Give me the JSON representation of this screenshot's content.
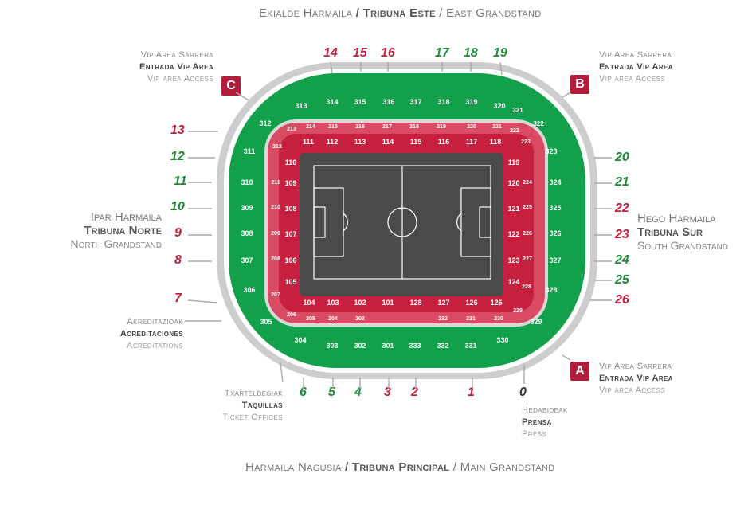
{
  "grandstands": {
    "east": {
      "eu": "Ekialde Harmaila",
      "sep": " / ",
      "es": "Tribuna Este",
      "sep2": " / ",
      "en": "East Grandstand"
    },
    "main": {
      "eu": "Harmaila Nagusia",
      "sep": " / ",
      "es": "Tribuna Principal",
      "sep2": " / ",
      "en": "Main Grandstand"
    },
    "north": {
      "eu": "Ipar Harmaila",
      "es": "Tribuna Norte",
      "en": "North Grandstand"
    },
    "south": {
      "eu": "Hego Harmaila",
      "es": "Tribuna Sur",
      "en": "South Grandstand"
    }
  },
  "vip_access": {
    "C": {
      "badge": "C",
      "eu": "Vip Area Sarrera",
      "es": "Entrada Vip Area",
      "en": "Vip area Access"
    },
    "B": {
      "badge": "B",
      "eu": "Vip Area Sarrera",
      "es": "Entrada Vip Area",
      "en": "Vip area Access"
    },
    "A": {
      "badge": "A",
      "eu": "Vip Area Sarrera",
      "es": "Entrada Vip Area",
      "en": "Vip area Access"
    }
  },
  "accreditations": {
    "eu": "Akreditazioak",
    "es": "Acreditaciones",
    "en": "Acreditations"
  },
  "ticket_offices": {
    "eu": "Txarteldegiak",
    "es": "Taquillas",
    "en": "Ticket Offices"
  },
  "press": {
    "eu": "Hedabideak",
    "es": "Prensa",
    "en": "Press"
  },
  "colors": {
    "green": "#13a04a",
    "green_dark": "#0f8a3e",
    "red": "#c7203f",
    "red_light": "#d94b63",
    "grey_ring": "#c9c9c9",
    "pitch": "#4a4a4a",
    "gate_red": "#c0213d",
    "gate_green": "#1f8a3b"
  },
  "gates": {
    "top": [
      "14",
      "15",
      "16",
      "17",
      "18",
      "19"
    ],
    "right": [
      "20",
      "21",
      "22",
      "23",
      "24",
      "25",
      "26"
    ],
    "left": [
      "13",
      "12",
      "11",
      "10",
      "9",
      "8",
      "7"
    ],
    "bottom": [
      "6",
      "5",
      "4",
      "3",
      "2",
      "1",
      "0"
    ]
  },
  "sections": {
    "upper_top": [
      "313",
      "314",
      "315",
      "316",
      "317",
      "318",
      "319",
      "320"
    ],
    "upper_corner_tr": [
      "321",
      "322"
    ],
    "upper_right": [
      "323",
      "324",
      "325",
      "326",
      "327",
      "328"
    ],
    "upper_corner_br": [
      "329"
    ],
    "upper_bottom": [
      "330",
      "331",
      "332",
      "333",
      "301",
      "302",
      "303",
      "304"
    ],
    "upper_corner_bl": [
      "305"
    ],
    "upper_left": [
      "306",
      "307",
      "308",
      "309",
      "310",
      "311"
    ],
    "upper_corner_tl": [
      "312"
    ],
    "mid_top": [
      "213",
      "214",
      "215",
      "216",
      "217",
      "218",
      "219",
      "220",
      "221",
      "222"
    ],
    "mid_right": [
      "223",
      "224",
      "225",
      "226",
      "227",
      "228",
      "229"
    ],
    "mid_bottom": [
      "230",
      "231",
      "232",
      "203",
      "204",
      "205",
      "206"
    ],
    "mid_left": [
      "207",
      "208",
      "209",
      "210",
      "211",
      "212"
    ],
    "lower_top": [
      "111",
      "112",
      "113",
      "114",
      "115",
      "116",
      "117",
      "118"
    ],
    "lower_right": [
      "119",
      "120",
      "121",
      "122",
      "123",
      "124",
      "125"
    ],
    "lower_bottom": [
      "126",
      "127",
      "128",
      "101",
      "102",
      "103",
      "104"
    ],
    "lower_left": [
      "105",
      "106",
      "107",
      "108",
      "109",
      "110"
    ]
  }
}
